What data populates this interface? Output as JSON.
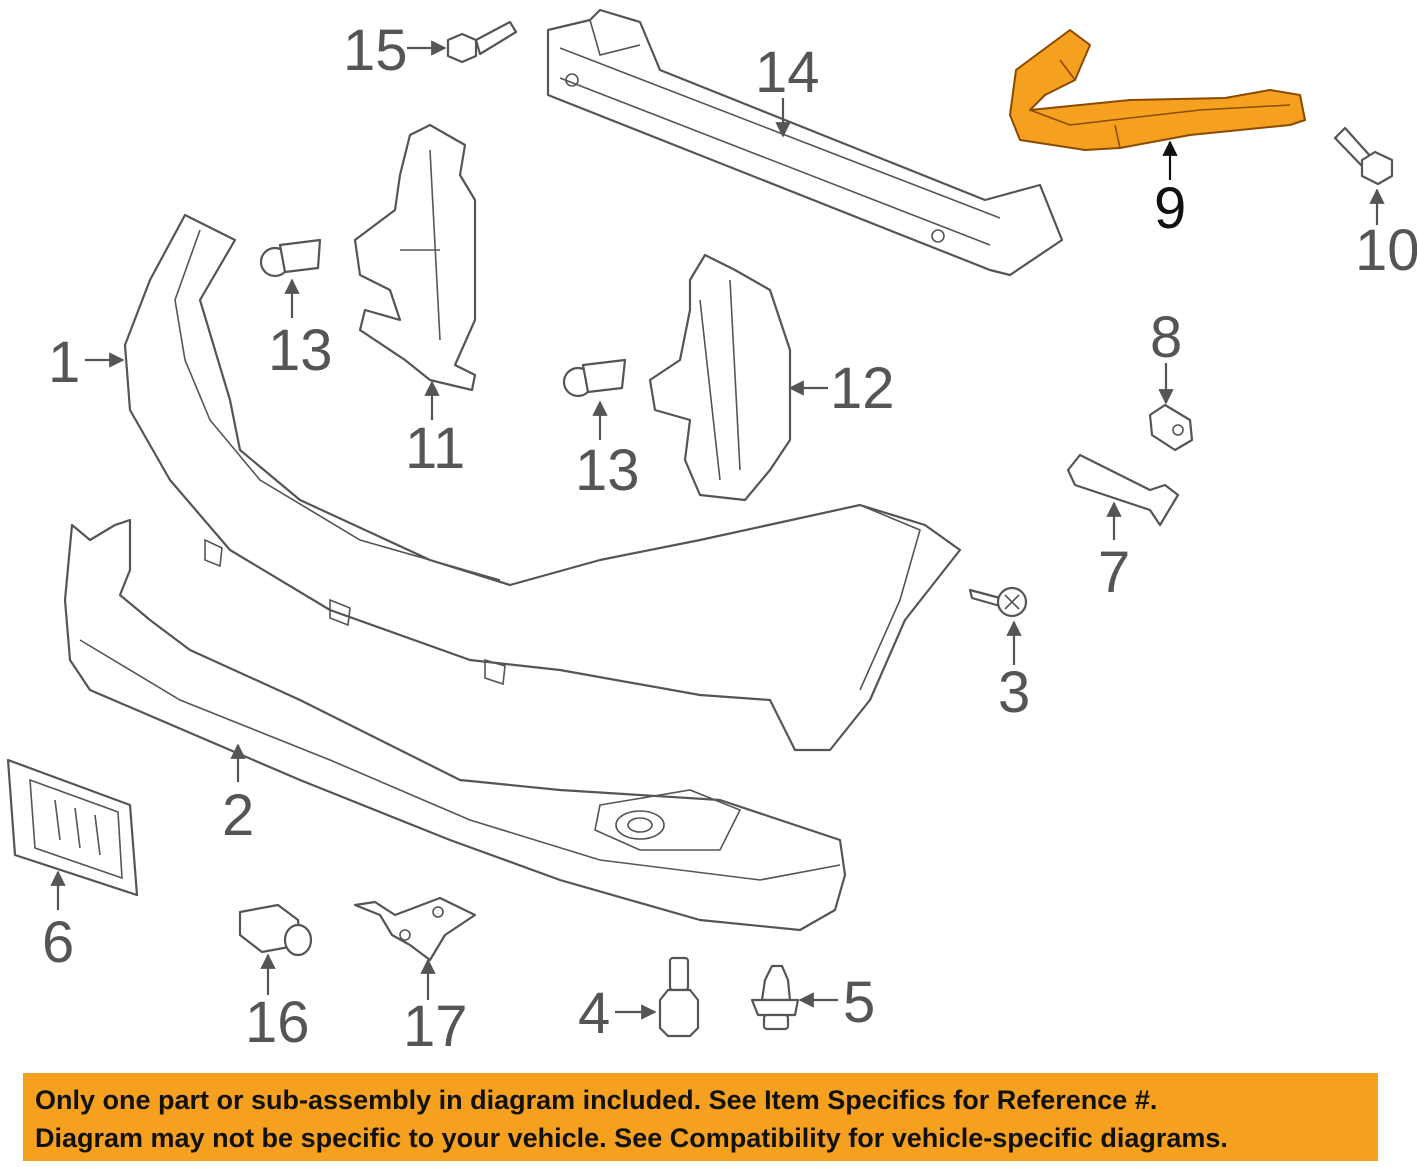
{
  "diagram": {
    "highlight_color": "#f5a01e",
    "highlighted_part": "9",
    "callouts": {
      "p1": "1",
      "p2": "2",
      "p3": "3",
      "p4": "4",
      "p5": "5",
      "p6": "6",
      "p7": "7",
      "p8": "8",
      "p9": "9",
      "p10": "10",
      "p11": "11",
      "p12": "12",
      "p13a": "13",
      "p13b": "13",
      "p14": "14",
      "p15": "15",
      "p16": "16",
      "p17": "17"
    }
  },
  "disclaimer": {
    "line1": "Only one part or sub-assembly in diagram included. See Item Specifics for Reference #.",
    "line2": "Diagram may not be specific to your vehicle. See Compatibility for vehicle-specific diagrams."
  }
}
